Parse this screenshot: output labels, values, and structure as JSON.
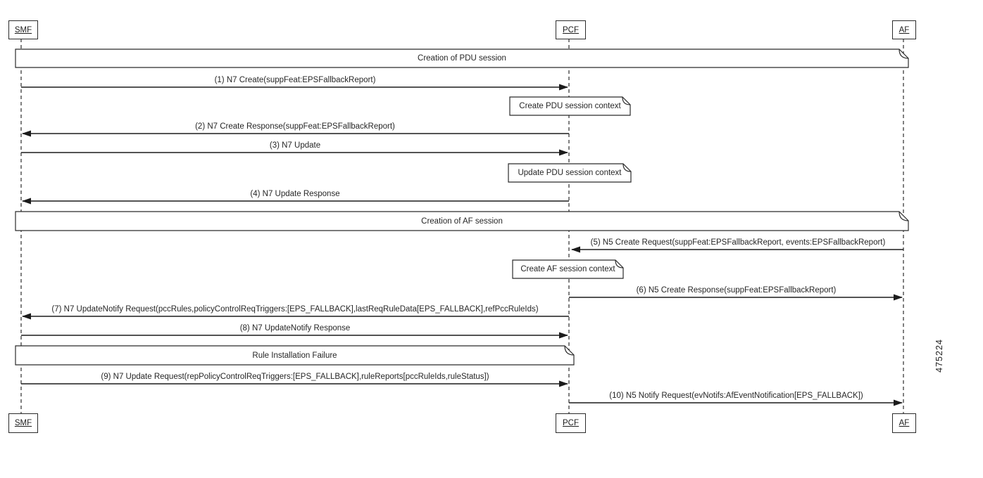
{
  "figure_number": "475224",
  "actors": {
    "smf": {
      "label": "SMF"
    },
    "pcf": {
      "label": "PCF"
    },
    "af": {
      "label": "AF"
    }
  },
  "frames": [
    {
      "label": "Creation of PDU session"
    },
    {
      "label": "Creation of AF session"
    },
    {
      "label": "Rule Installation Failure"
    }
  ],
  "notes": [
    {
      "label": "Create PDU session context"
    },
    {
      "label": "Update PDU session context"
    },
    {
      "label": "Create AF session context"
    }
  ],
  "messages": [
    {
      "num": "1",
      "from": "SMF",
      "to": "PCF",
      "label": "(1) N7 Create(suppFeat:EPSFallbackReport)"
    },
    {
      "num": "2",
      "from": "PCF",
      "to": "SMF",
      "label": "(2) N7 Create Response(suppFeat:EPSFallbackReport)"
    },
    {
      "num": "3",
      "from": "SMF",
      "to": "PCF",
      "label": "(3) N7 Update"
    },
    {
      "num": "4",
      "from": "PCF",
      "to": "SMF",
      "label": "(4) N7 Update Response"
    },
    {
      "num": "5",
      "from": "AF",
      "to": "PCF",
      "label": "(5) N5 Create Request(suppFeat:EPSFallbackReport, events:EPSFallbackReport)"
    },
    {
      "num": "6",
      "from": "PCF",
      "to": "AF",
      "label": "(6) N5 Create Response(suppFeat:EPSFallbackReport)"
    },
    {
      "num": "7",
      "from": "PCF",
      "to": "SMF",
      "label": "(7) N7 UpdateNotify Request(pccRules,policyControlReqTriggers:[EPS_FALLBACK],lastReqRuleData[EPS_FALLBACK],refPccRuleIds)"
    },
    {
      "num": "8",
      "from": "SMF",
      "to": "PCF",
      "label": "(8) N7 UpdateNotify Response"
    },
    {
      "num": "9",
      "from": "SMF",
      "to": "PCF",
      "label": "(9) N7 Update Request(repPolicyControlReqTriggers:[EPS_FALLBACK],ruleReports[pccRuleIds,ruleStatus])"
    },
    {
      "num": "10",
      "from": "PCF",
      "to": "AF",
      "label": "(10) N5 Notify Request(evNotifs:AfEventNotification[EPS_FALLBACK])"
    }
  ]
}
